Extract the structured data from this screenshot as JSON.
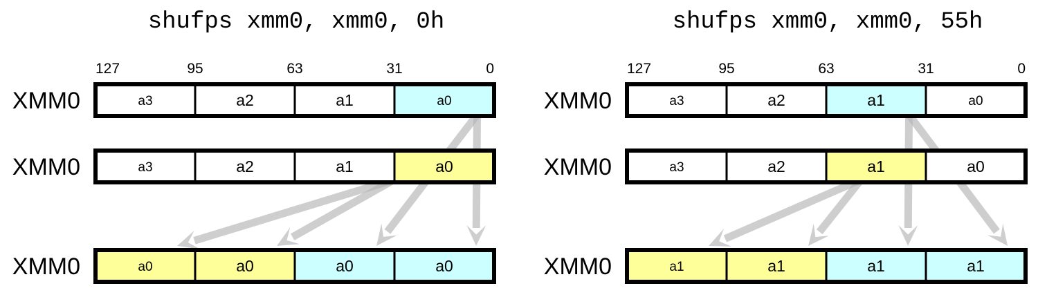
{
  "colors": {
    "white": "#ffffff",
    "cyan": "#ccffff",
    "yellow": "#ffff99",
    "border": "#000000",
    "arrow": "#b4b4b4"
  },
  "panels": [
    {
      "id": "left",
      "title": "shufps xmm0, xmm0, 0h",
      "bit_labels": [
        "127",
        "95",
        "63",
        "31",
        "0"
      ],
      "rows": [
        {
          "name": "XMM0",
          "cells": [
            {
              "text": "a3",
              "color": "white",
              "small": true
            },
            {
              "text": "a2",
              "color": "white"
            },
            {
              "text": "a1",
              "color": "white"
            },
            {
              "text": "a0",
              "color": "cyan",
              "small": true
            }
          ]
        },
        {
          "name": "XMM0",
          "cells": [
            {
              "text": "a3",
              "color": "white",
              "small": true
            },
            {
              "text": "a2",
              "color": "white"
            },
            {
              "text": "a1",
              "color": "white"
            },
            {
              "text": "a0",
              "color": "yellow"
            }
          ]
        },
        {
          "name": "XMM0",
          "cells": [
            {
              "text": "a0",
              "color": "yellow",
              "small": true
            },
            {
              "text": "a0",
              "color": "yellow"
            },
            {
              "text": "a0",
              "color": "cyan"
            },
            {
              "text": "a0",
              "color": "cyan"
            }
          ]
        }
      ],
      "arrows": [
        {
          "from_row": 1,
          "from_cell": 3,
          "to_cell": 0
        },
        {
          "from_row": 1,
          "from_cell": 3,
          "to_cell": 1
        },
        {
          "from_row": 0,
          "from_cell": 3,
          "to_cell": 2
        },
        {
          "from_row": 0,
          "from_cell": 3,
          "to_cell": 3
        }
      ]
    },
    {
      "id": "right",
      "title": "shufps xmm0, xmm0, 55h",
      "bit_labels": [
        "127",
        "95",
        "63",
        "31",
        "0"
      ],
      "rows": [
        {
          "name": "XMM0",
          "cells": [
            {
              "text": "a3",
              "color": "white",
              "small": true
            },
            {
              "text": "a2",
              "color": "white"
            },
            {
              "text": "a1",
              "color": "cyan"
            },
            {
              "text": "a0",
              "color": "white",
              "small": true
            }
          ]
        },
        {
          "name": "XMM0",
          "cells": [
            {
              "text": "a3",
              "color": "white",
              "small": true
            },
            {
              "text": "a2",
              "color": "white"
            },
            {
              "text": "a1",
              "color": "yellow"
            },
            {
              "text": "a0",
              "color": "white"
            }
          ]
        },
        {
          "name": "XMM0",
          "cells": [
            {
              "text": "a1",
              "color": "yellow",
              "small": true
            },
            {
              "text": "a1",
              "color": "yellow"
            },
            {
              "text": "a1",
              "color": "cyan"
            },
            {
              "text": "a1",
              "color": "cyan"
            }
          ]
        }
      ],
      "arrows": [
        {
          "from_row": 1,
          "from_cell": 2,
          "to_cell": 0
        },
        {
          "from_row": 1,
          "from_cell": 2,
          "to_cell": 1
        },
        {
          "from_row": 0,
          "from_cell": 2,
          "to_cell": 2
        },
        {
          "from_row": 0,
          "from_cell": 2,
          "to_cell": 3
        }
      ]
    }
  ]
}
